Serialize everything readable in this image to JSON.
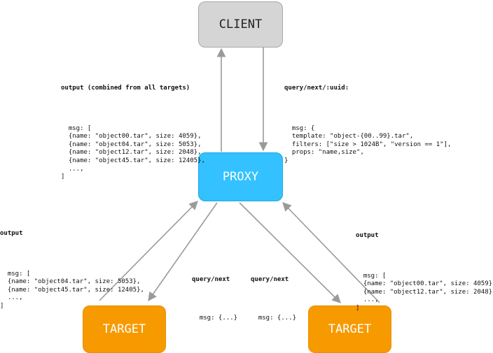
{
  "nodes": {
    "client": "CLIENT",
    "proxy": "PROXY",
    "target_left": "TARGET",
    "target_right": "TARGET"
  },
  "notes": {
    "combined": {
      "title": "output (combined from all targets)",
      "body": "msg: [\n  {name: \"object00.tar\", size: 4059},\n  {name: \"object04.tar\", size: 5053},\n  {name: \"object12.tar\", size: 2048},\n  {name: \"object45.tar\", size: 12405},\n  ...,\n]"
    },
    "query_uuid": {
      "title": "query/next/:uuid:",
      "body": "msg: {\n  template: \"object-{00..99}.tar\",\n  filters: [\"size > 1024B\", \"version == 1\"],\n  props: \"name,size\",\n}"
    },
    "output_left": {
      "title": "output",
      "body": "msg: [\n  {name: \"object04.tar\", size: 5053},\n  {name: \"object45.tar\", size: 12405},\n  ...,\n]"
    },
    "output_right": {
      "title": "output",
      "body": "msg: [\n  {name: \"object00.tar\", size: 4059},\n  {name: \"object12.tar\", size: 2048},\n  ...,\n]"
    },
    "query_left": {
      "title": "query/next",
      "body": "msg: {...}"
    },
    "query_right": {
      "title": "query/next",
      "body": "msg: {...}"
    }
  }
}
